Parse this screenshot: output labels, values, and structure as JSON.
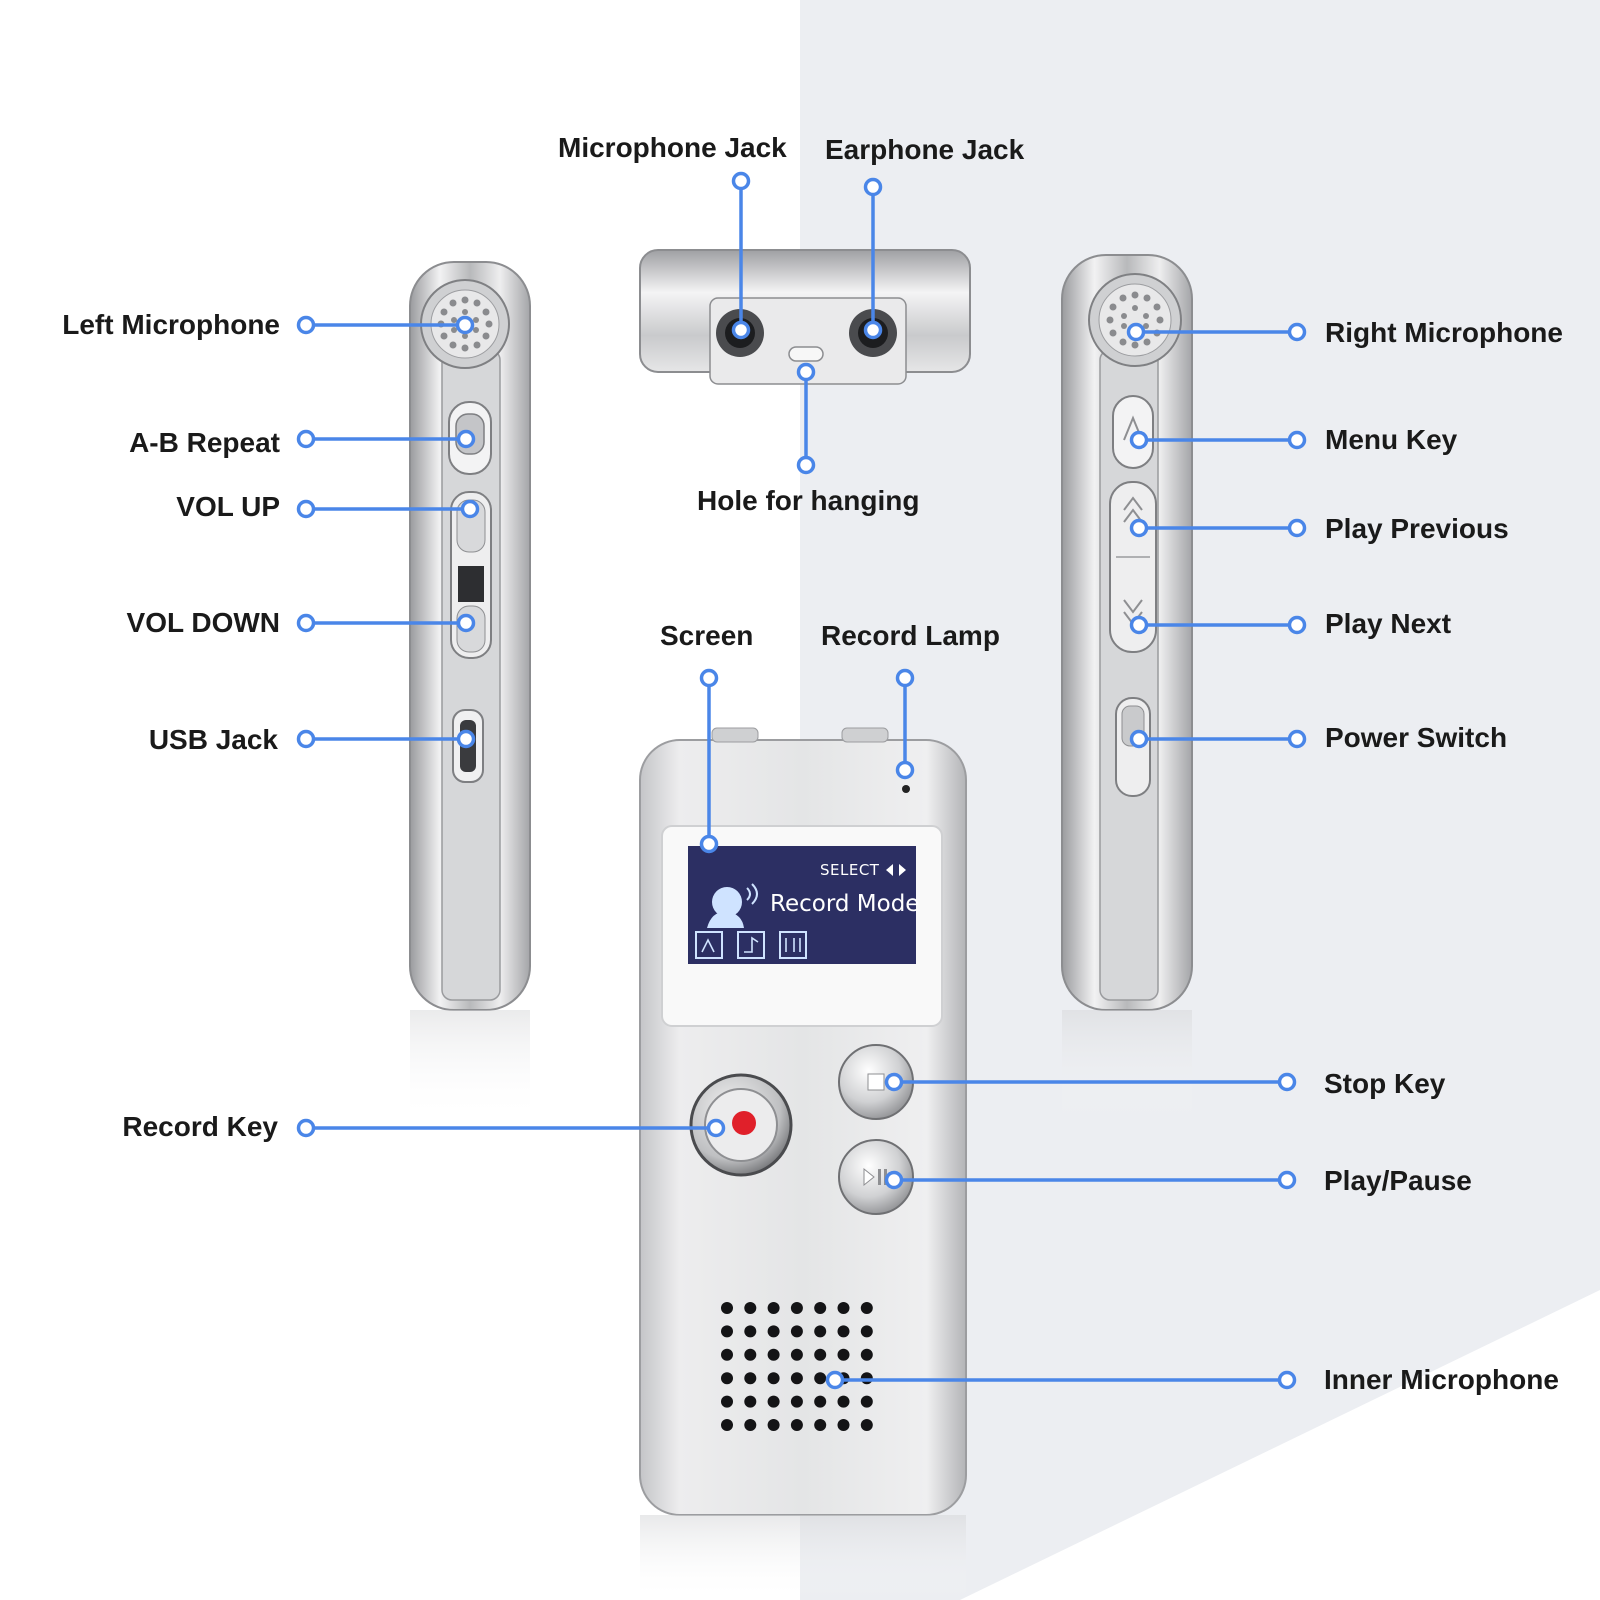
{
  "colors": {
    "callout": "#4a86e8",
    "label_text": "#1a1a1a",
    "background_left": "#ffffff",
    "background_right": "#eceef2",
    "device_silver": "#d9dadc",
    "screen_bg": "#2c2f63",
    "record_button": "#e0202a"
  },
  "labels": {
    "left_microphone": "Left Microphone",
    "ab_repeat": "A-B Repeat",
    "vol_up": "VOL UP",
    "vol_down": "VOL DOWN",
    "usb_jack": "USB Jack",
    "record_key": "Record Key",
    "microphone_jack": "Microphone Jack",
    "earphone_jack": "Earphone Jack",
    "hole_for_hanging": "Hole for hanging",
    "screen": "Screen",
    "record_lamp": "Record Lamp",
    "right_microphone": "Right Microphone",
    "menu_key": "Menu Key",
    "play_previous": "Play Previous",
    "play_next": "Play Next",
    "power_switch": "Power Switch",
    "stop_key": "Stop Key",
    "play_pause": "Play/Pause",
    "inner_microphone": "Inner Microphone"
  },
  "device_screen": {
    "select_text": "SELECT",
    "mode_text": "Record Mode"
  },
  "icons": {
    "left_side_view": "recorder-side-left",
    "right_side_view": "recorder-side-right",
    "top_view": "recorder-top",
    "front_view": "recorder-front",
    "mode_icons": [
      "speaker-mode-icon",
      "music-note-icon",
      "settings-icon"
    ]
  }
}
